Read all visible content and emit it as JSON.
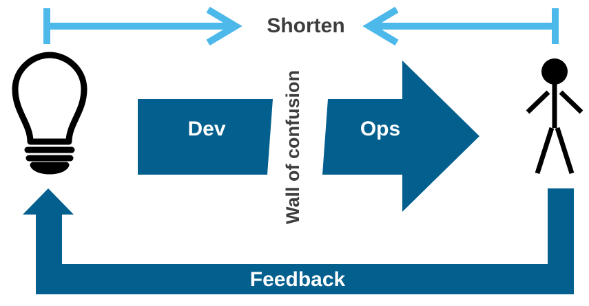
{
  "labels": {
    "shorten": "Shorten",
    "dev": "Dev",
    "ops": "Ops",
    "wall": "Wall of confusion",
    "feedback": "Feedback"
  },
  "colors": {
    "primary_blue": "#035f8d",
    "light_blue": "#4db8ea",
    "text_dark": "#3d3d3d",
    "text_light": "#ffffff",
    "outline": "#000000"
  },
  "icons": {
    "idea": "lightbulb-icon",
    "user": "stick-figure-icon"
  }
}
